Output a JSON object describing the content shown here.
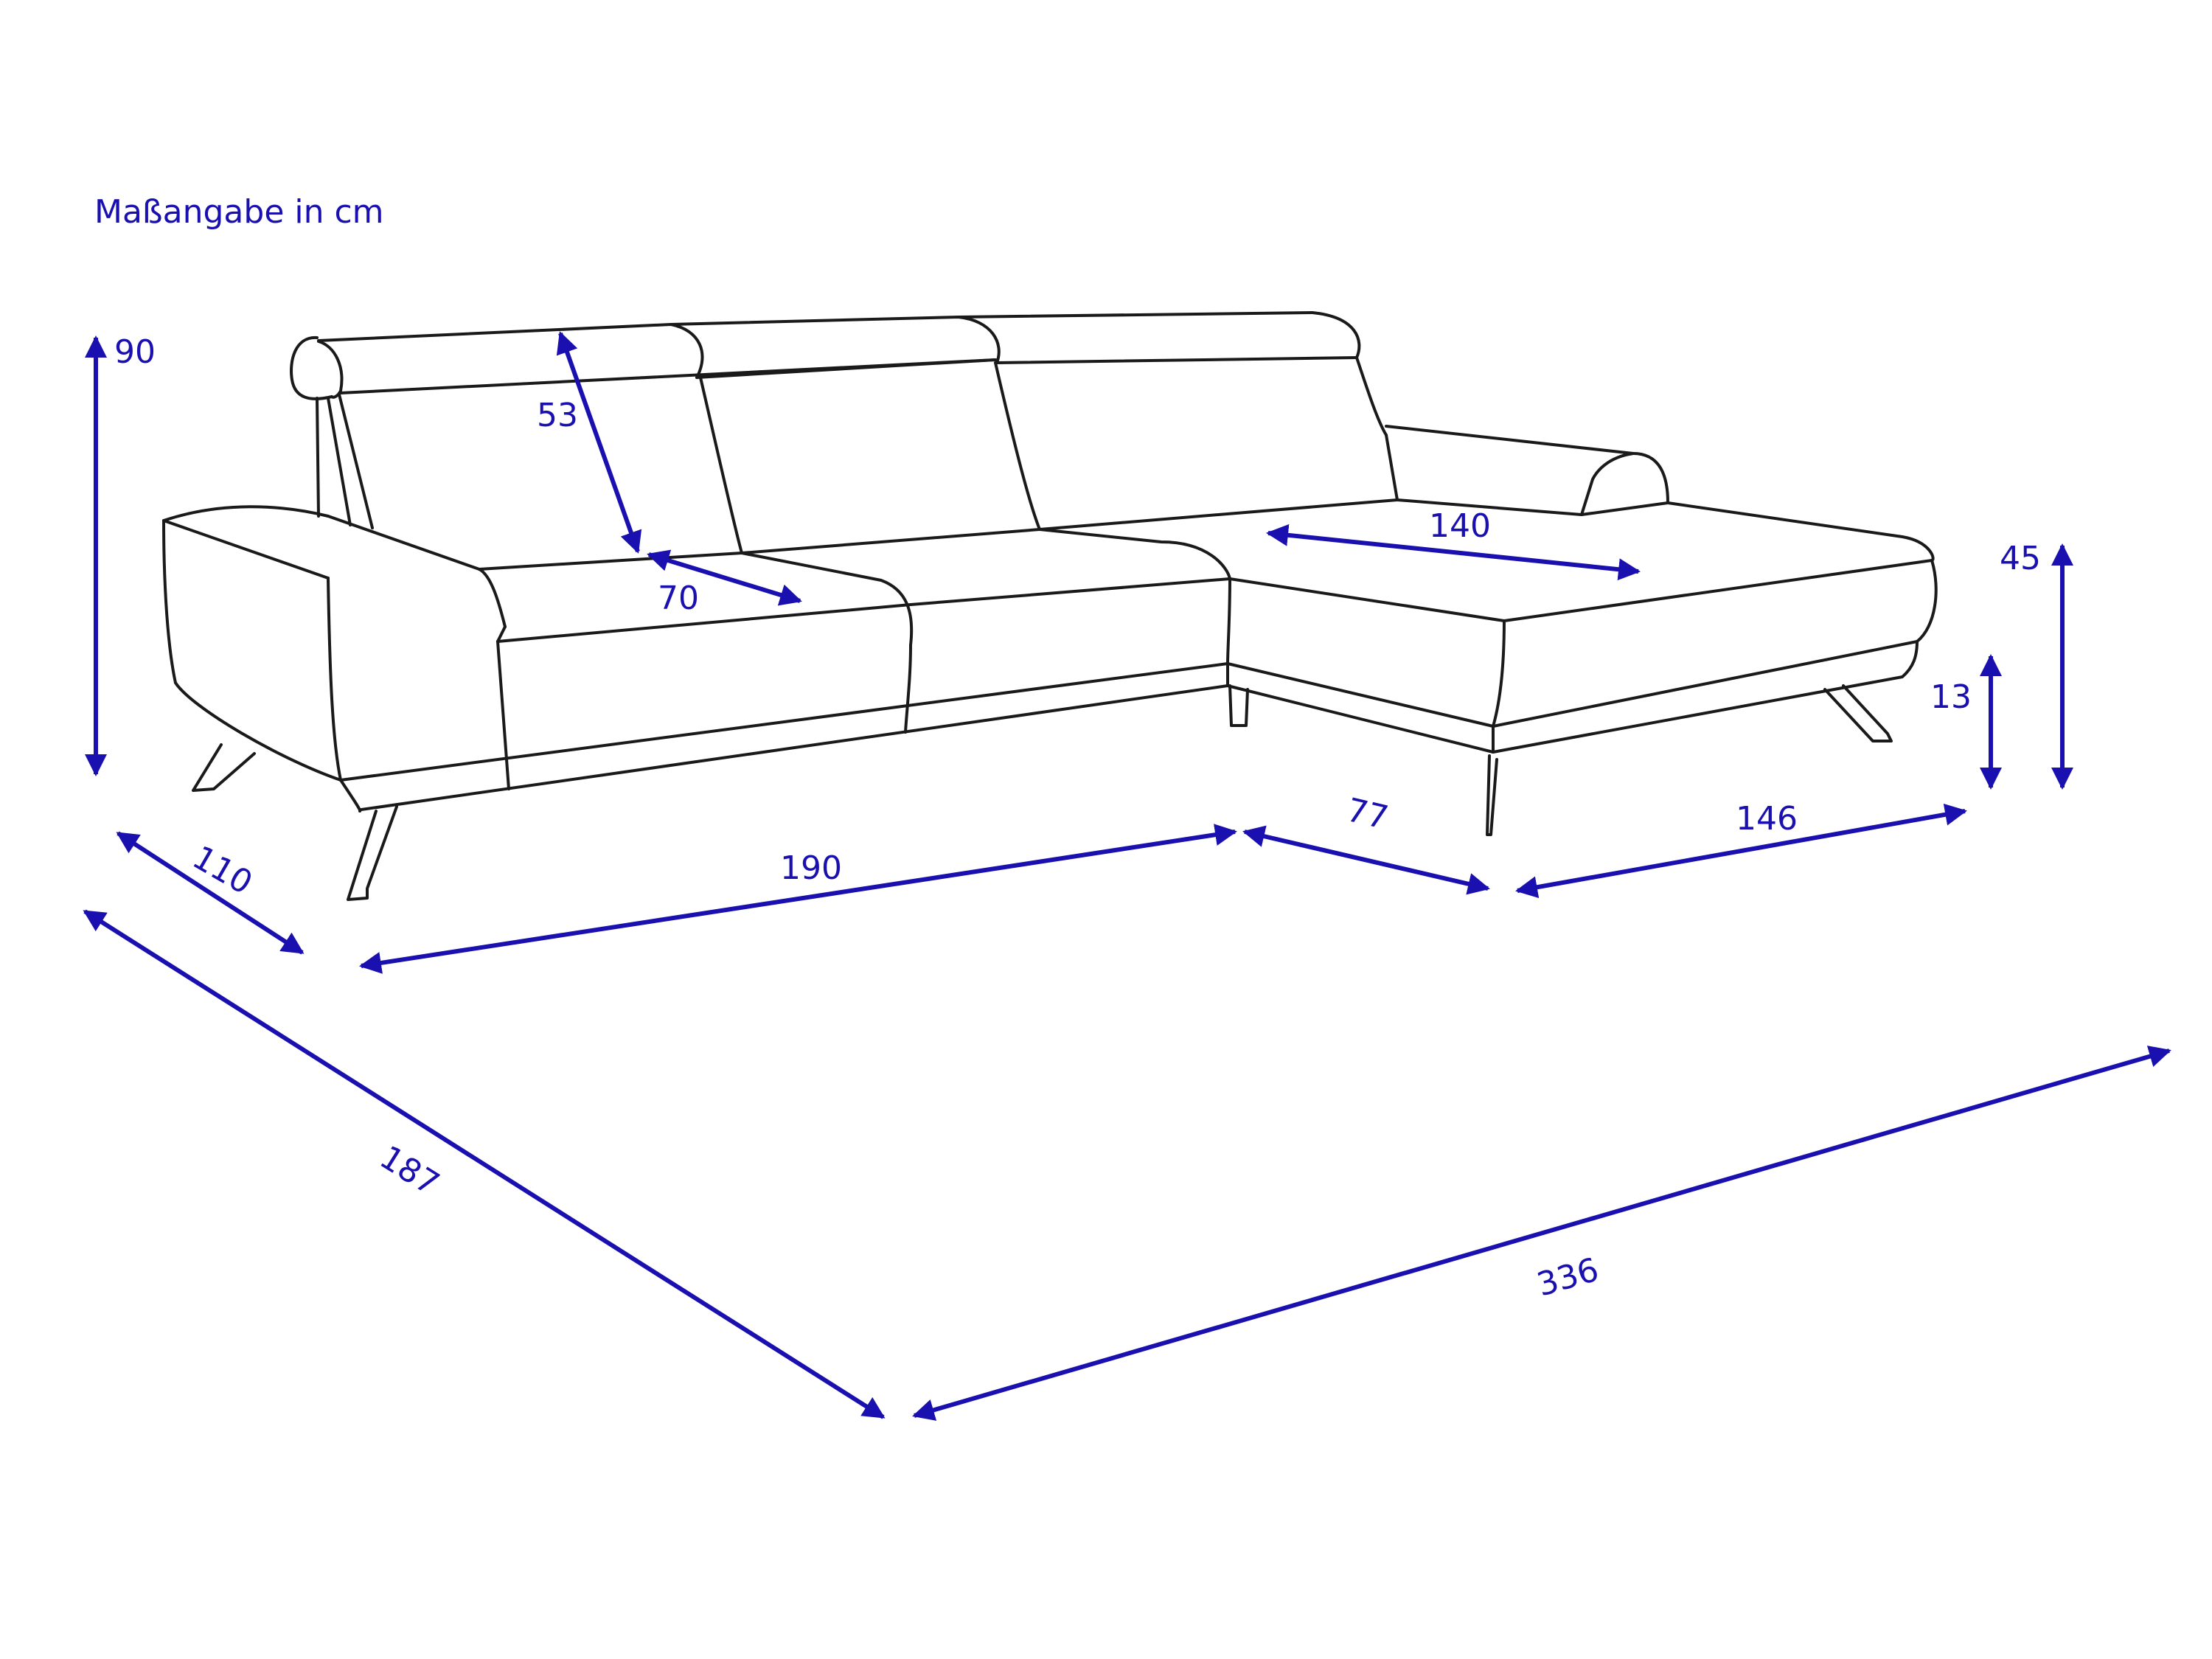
{
  "caption": "Maßangabe in cm",
  "colors": {
    "dimension": "#1a10b0",
    "outline": "#1a1a1a",
    "background": "#ffffff"
  },
  "dimensions": {
    "height_total": "90",
    "backrest": "53",
    "seat_depth": "70",
    "recamiere_length": "140",
    "height_seat": "45",
    "height_feet": "13",
    "side_depth": "110",
    "sofa_width": "190",
    "corner": "77",
    "recamiere_width": "146",
    "total_depth": "187",
    "total_width": "336"
  }
}
